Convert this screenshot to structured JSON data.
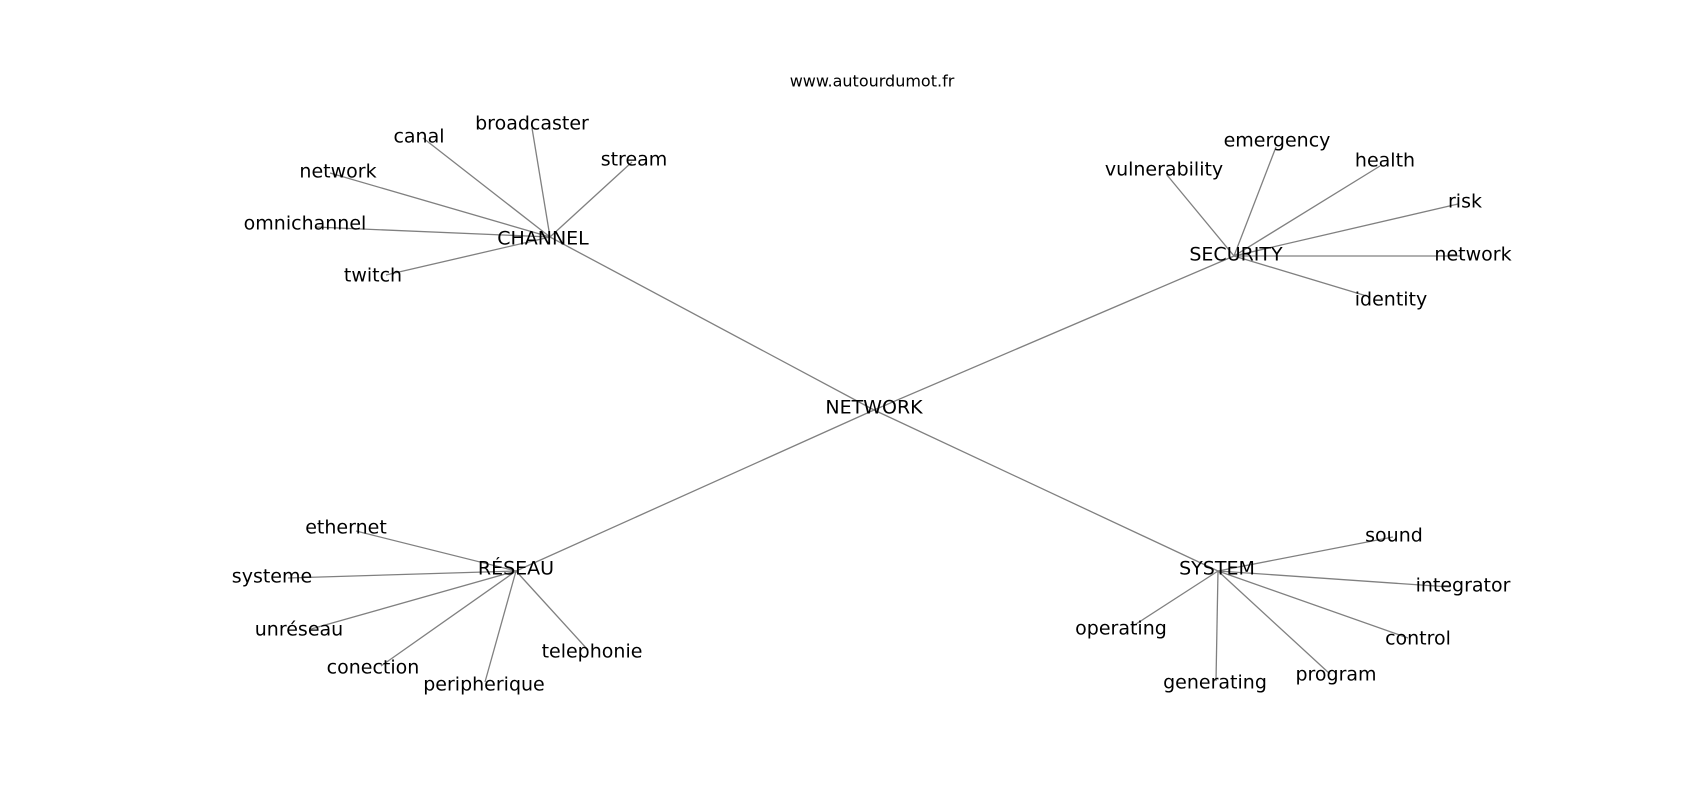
{
  "watermark": "www.autourdumot.fr",
  "colors": {
    "edge": "#808080",
    "text": "#000000",
    "background": "#ffffff"
  },
  "center": {
    "id": "network",
    "label": "NETWORK"
  },
  "groups": [
    {
      "id": "channel",
      "label": "CHANNEL",
      "leaves": [
        {
          "id": "canal",
          "label": "canal"
        },
        {
          "id": "broadcaster",
          "label": "broadcaster"
        },
        {
          "id": "stream",
          "label": "stream"
        },
        {
          "id": "network",
          "label": "network"
        },
        {
          "id": "omnichannel",
          "label": "omnichannel"
        },
        {
          "id": "twitch",
          "label": "twitch"
        }
      ]
    },
    {
      "id": "security",
      "label": "SECURITY",
      "leaves": [
        {
          "id": "vulnerability",
          "label": "vulnerability"
        },
        {
          "id": "emergency",
          "label": "emergency"
        },
        {
          "id": "health",
          "label": "health"
        },
        {
          "id": "risk",
          "label": "risk"
        },
        {
          "id": "network",
          "label": "network"
        },
        {
          "id": "identity",
          "label": "identity"
        }
      ]
    },
    {
      "id": "reseau",
      "label": "RÉSEAU",
      "leaves": [
        {
          "id": "ethernet",
          "label": "ethernet"
        },
        {
          "id": "systeme",
          "label": "systeme"
        },
        {
          "id": "unreseau",
          "label": "unréseau"
        },
        {
          "id": "conection",
          "label": "conection"
        },
        {
          "id": "peripherique",
          "label": "peripherique"
        },
        {
          "id": "telephonie",
          "label": "telephonie"
        }
      ]
    },
    {
      "id": "system",
      "label": "SYSTEM",
      "leaves": [
        {
          "id": "sound",
          "label": "sound"
        },
        {
          "id": "integrator",
          "label": "integrator"
        },
        {
          "id": "control",
          "label": "control"
        },
        {
          "id": "operating",
          "label": "operating"
        },
        {
          "id": "generating",
          "label": "generating"
        },
        {
          "id": "program",
          "label": "program"
        }
      ]
    }
  ]
}
